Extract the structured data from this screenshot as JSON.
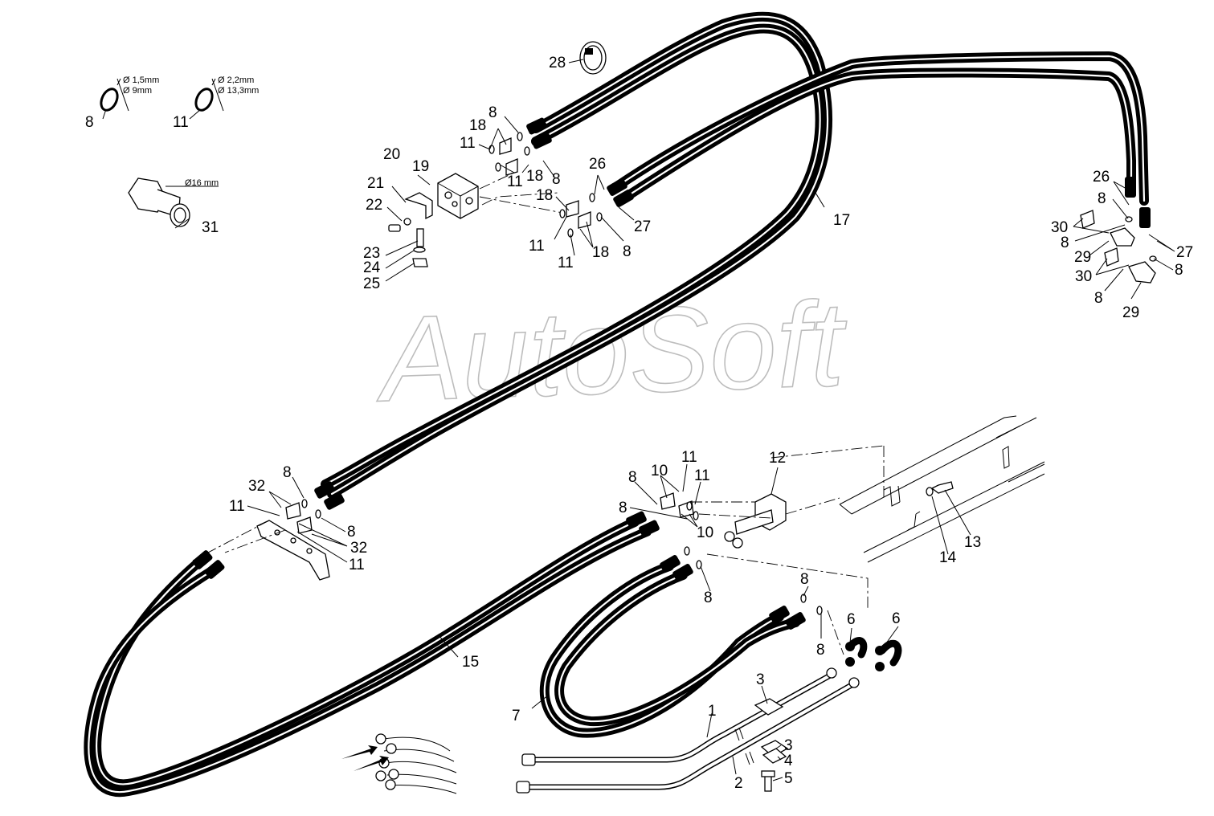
{
  "watermark": "AutoSoft",
  "dimensions": {
    "ring_8_cross_section": "Ø 1,5mm",
    "ring_8_inner": "Ø 9mm",
    "ring_11_cross_section": "Ø 2,2mm",
    "ring_11_inner": "Ø 13,3mm",
    "fitting_31": "Ø16 mm"
  },
  "callouts": [
    "1",
    "2",
    "3",
    "4",
    "5",
    "6",
    "7",
    "8",
    "10",
    "11",
    "12",
    "13",
    "14",
    "15",
    "17",
    "18",
    "19",
    "20",
    "21",
    "22",
    "23",
    "24",
    "25",
    "26",
    "27",
    "28",
    "29",
    "30",
    "31",
    "32"
  ],
  "labels": {
    "c1": "1",
    "c2": "2",
    "c3a": "3",
    "c3b": "3",
    "c4": "4",
    "c5": "5",
    "c6a": "6",
    "c6b": "6",
    "c7": "7",
    "c8": "8",
    "c10": "10",
    "c11": "11",
    "c12": "12",
    "c13": "13",
    "c14": "14",
    "c15": "15",
    "c17": "17",
    "c18": "18",
    "c19": "19",
    "c20": "20",
    "c21": "21",
    "c22": "22",
    "c23": "23",
    "c24": "24",
    "c25": "25",
    "c26": "26",
    "c27": "27",
    "c28": "28",
    "c29": "29",
    "c30": "30",
    "c31": "31",
    "c32": "32"
  }
}
